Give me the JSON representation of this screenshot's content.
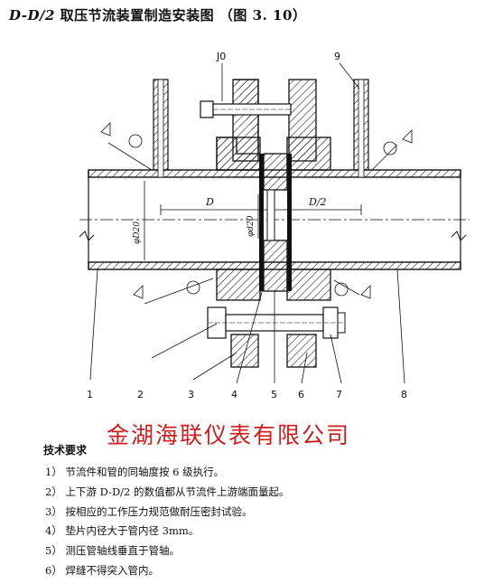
{
  "title": {
    "ratio_label": "D-D/2",
    "main": "取压节流装置制造安装图",
    "ref": "（图 3. 10）"
  },
  "drawing": {
    "dim_d": "D",
    "dim_d_half": "D/2",
    "dim_d20": "φD20",
    "dim_small_d20": "φd20",
    "callout_j0": "J0",
    "callout_9": "9",
    "parts": [
      "1",
      "2",
      "3",
      "4",
      "5",
      "6",
      "7",
      "8"
    ]
  },
  "watermark": "金湖海联仪表有限公司",
  "requirements": {
    "heading": "技术要求",
    "items": [
      "1） 节流件和管的同轴度按 6 级执行。",
      "2） 上下游 D-D/2 的数值都从节流件上游端面量起。",
      "3） 按相应的工作压力规范做耐压密封试验。",
      "4） 垫片内径大于管内径 3mm。",
      "5） 测压管轴线垂直于管轴。",
      "6） 焊缝不得突入管内。"
    ]
  }
}
